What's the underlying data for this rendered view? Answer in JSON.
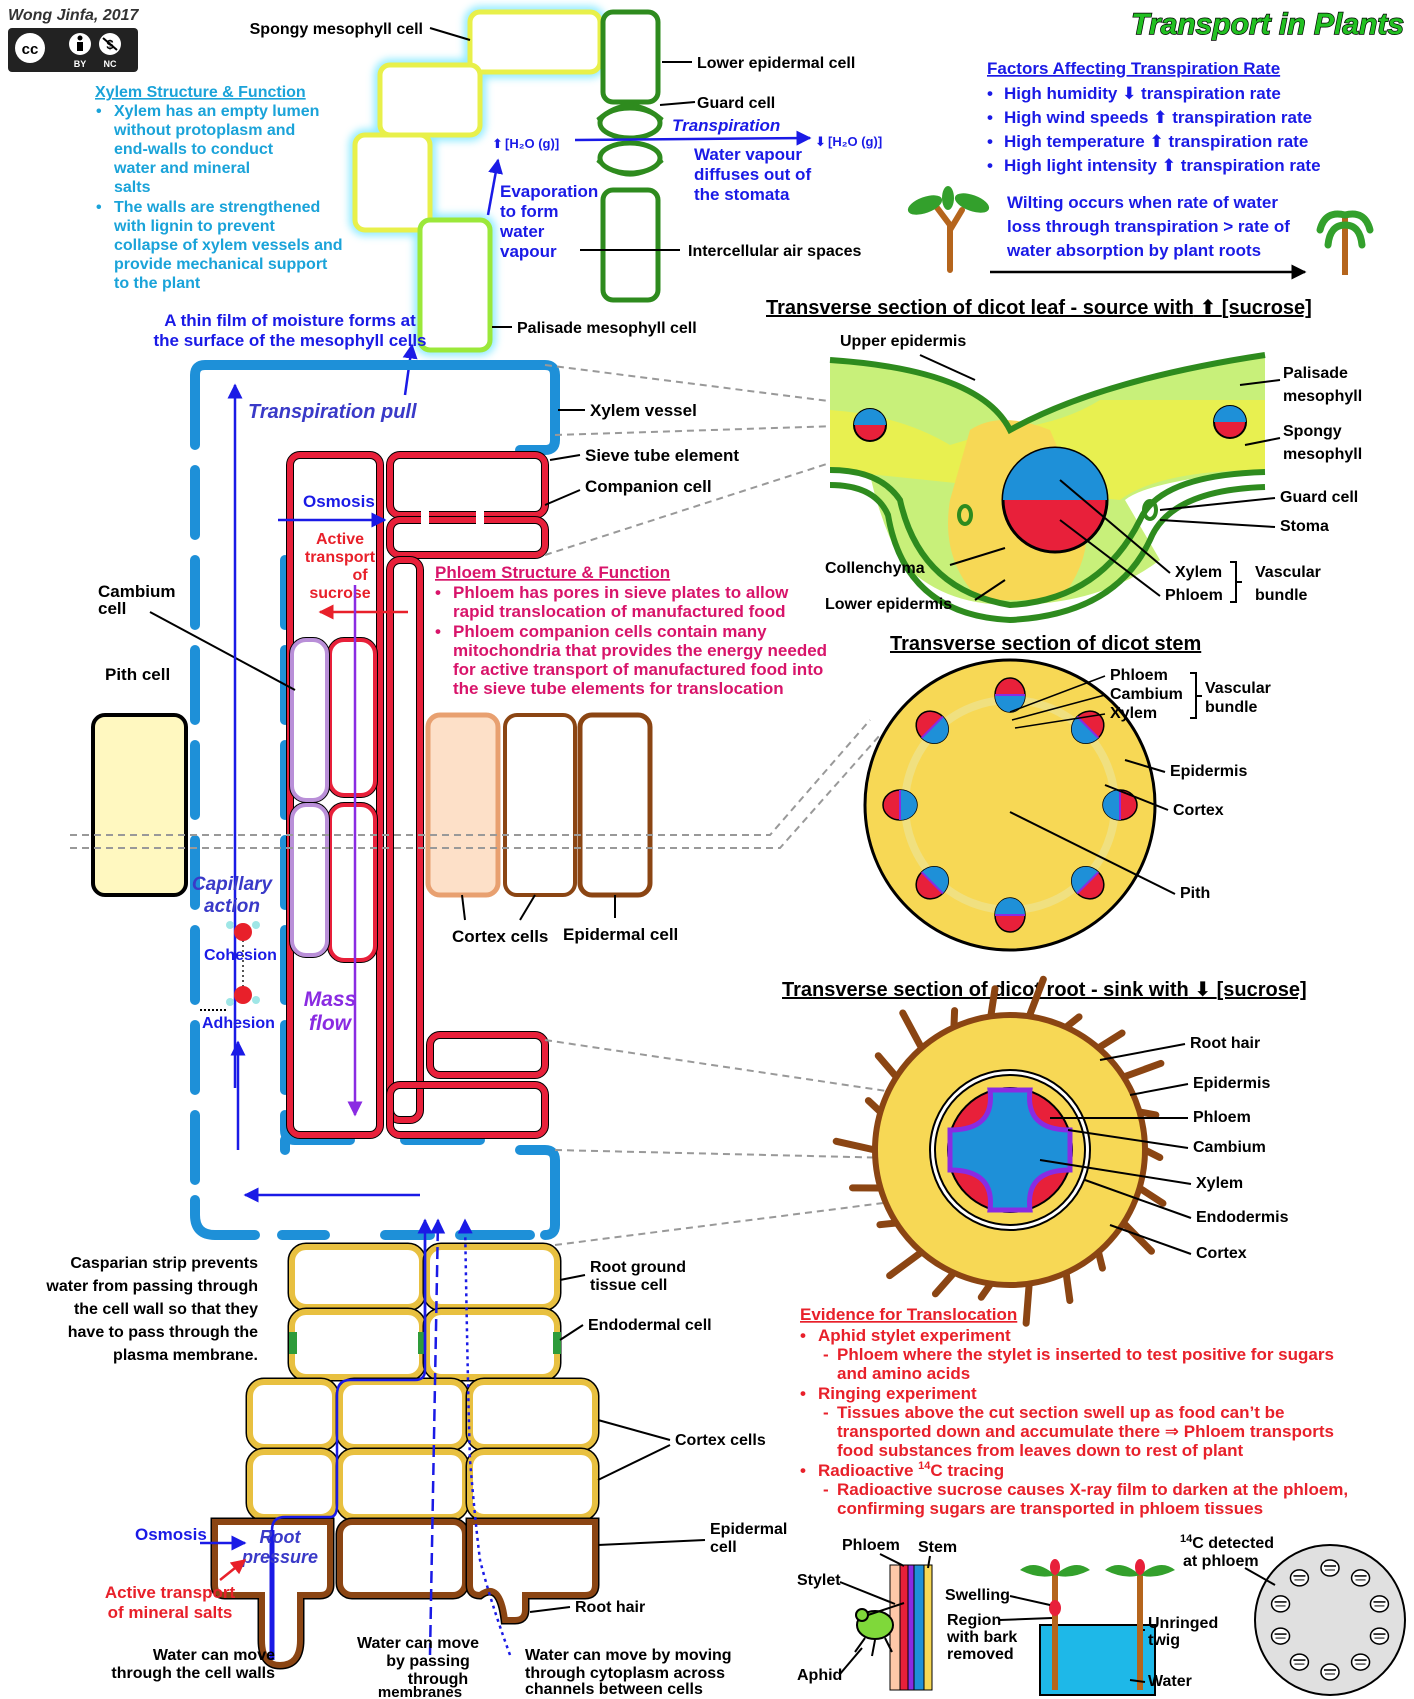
{
  "author": "Wong Jinfa, 2017",
  "license": {
    "by": "BY",
    "nc": "NC"
  },
  "title": "Transport in Plants",
  "colors": {
    "xylem": "#1E90D8",
    "phloem": "#E8203A",
    "cambium": "#B98FD8",
    "leaf_green": "#2E8B1E",
    "palisade": "#C8F07A",
    "spongy": "#F0F07A",
    "cortex": "#F7E08A",
    "root_brown": "#8B4513",
    "pith": "#FFF8C0",
    "blue_text": "#1A1AE6",
    "teal_text": "#1AA3D9",
    "red_text": "#E8202A",
    "phloem_text": "#D8146A"
  },
  "icons": [
    "cc-icon",
    "by-icon",
    "nc-icon",
    "seedling-icon",
    "wilted-plant-icon",
    "aphid-icon",
    "water-molecule-icon"
  ],
  "xylem_box": {
    "heading": "Xylem Structure & Function",
    "bullet1": [
      "Xylem has an empty lumen",
      "without protoplasm and",
      "end-walls to conduct",
      "water and mineral",
      "salts"
    ],
    "bullet2": [
      "The walls are strengthened",
      "with lignin to prevent",
      "collapse of xylem vessels and",
      "provide mechanical support",
      "to the plant"
    ]
  },
  "leaf_labels": {
    "spongy": "Spongy mesophyll cell",
    "lower_epi": "Lower epidermal cell",
    "guard": "Guard cell",
    "transpiration": "Transpiration",
    "h2o_in": "[H₂O (g)]",
    "h2o_out": "[H₂O (g)]",
    "vapour": [
      "Water vapour",
      "diffuses out of",
      "the stomata"
    ],
    "evaporation": [
      "Evaporation",
      "to form",
      "water",
      "vapour"
    ],
    "air_spaces": "Intercellular air spaces",
    "palisade": "Palisade mesophyll cell",
    "film": [
      "A thin film of moisture forms at",
      "the surface of the mesophyll cells"
    ]
  },
  "factors": {
    "heading": "Factors Affecting Transpiration Rate",
    "items": [
      {
        "factor": "High humidity",
        "dir": "down",
        "effect": "transpiration rate"
      },
      {
        "factor": "High wind speeds",
        "dir": "up",
        "effect": "transpiration rate"
      },
      {
        "factor": "High temperature",
        "dir": "up",
        "effect": "transpiration rate"
      },
      {
        "factor": "High light intensity",
        "dir": "up",
        "effect": "transpiration rate"
      }
    ],
    "wilting": [
      "Wilting occurs when rate of water",
      "loss through transpiration > rate of",
      "water absorption by plant roots"
    ]
  },
  "stem_labels": {
    "transpiration_pull": "Transpiration pull",
    "xylem_vessel": "Xylem vessel",
    "sieve_tube": "Sieve tube element",
    "companion": "Companion cell",
    "osmosis": "Osmosis",
    "active": [
      "Active",
      "transport",
      "of",
      "sucrose"
    ],
    "cambium": [
      "Cambium",
      "cell"
    ],
    "pith": "Pith cell",
    "capillary": [
      "Capillary",
      "action"
    ],
    "cohesion": "Cohesion",
    "adhesion": "Adhesion",
    "mass_flow": [
      "Mass",
      "flow"
    ],
    "cortex_cells": "Cortex cells",
    "epidermal": "Epidermal cell"
  },
  "phloem_box": {
    "heading": "Phloem Structure & Function",
    "bullet1": [
      "Phloem has pores in sieve plates to allow",
      "rapid translocation of manufactured food"
    ],
    "bullet2": [
      "Phloem companion cells contain many",
      "mitochondria that provides the energy needed",
      "for active transport of manufactured food into",
      "the sieve tube elements for translocation"
    ]
  },
  "leaf_section": {
    "title": "Transverse section of dicot leaf - source with",
    "title_end": "[sucrose]",
    "upper_epi": "Upper epidermis",
    "palisade": [
      "Palisade",
      "mesophyll"
    ],
    "spongy": [
      "Spongy",
      "mesophyll"
    ],
    "guard": "Guard cell",
    "stoma": "Stoma",
    "collenchyma": "Collenchyma",
    "lower_epi": "Lower epidermis",
    "xylem": "Xylem",
    "phloem": "Phloem",
    "vascular": [
      "Vascular",
      "bundle"
    ]
  },
  "stem_section": {
    "title": "Transverse section of dicot stem",
    "phloem": "Phloem",
    "cambium": "Cambium",
    "xylem": "Xylem",
    "vascular": [
      "Vascular",
      "bundle"
    ],
    "epidermis": "Epidermis",
    "cortex": "Cortex",
    "pith": "Pith"
  },
  "root_section": {
    "title": "Transverse section of dicot root - sink with",
    "title_end": "[sucrose]",
    "root_hair": "Root hair",
    "epidermis": "Epidermis",
    "phloem": "Phloem",
    "cambium": "Cambium",
    "xylem": "Xylem",
    "endodermis": "Endodermis",
    "cortex": "Cortex"
  },
  "root_labels": {
    "casparian": [
      "Casparian  strip  prevents",
      "water from passing  through",
      "the cell wall so that  they",
      "have to pass through  the",
      "plasma  membrane."
    ],
    "ground": [
      "Root ground",
      "tissue cell"
    ],
    "endodermal": "Endodermal cell",
    "cortex": "Cortex cells",
    "epidermal": [
      "Epidermal",
      "cell"
    ],
    "osmosis": "Osmosis",
    "root_pressure": [
      "Root",
      "pressure"
    ],
    "active": [
      "Active transport",
      "of mineral salts"
    ],
    "root_hair": "Root hair",
    "walls": [
      "Water can move",
      "through the cell walls"
    ],
    "membranes": [
      "Water can move",
      "by passing",
      "through",
      "membranes"
    ],
    "cytoplasm": [
      "Water can move by moving",
      "through cytoplasm across",
      "channels between cells"
    ]
  },
  "evidence": {
    "heading": "Evidence for Translocation",
    "i1": "Aphid stylet experiment",
    "i1a": [
      "Phloem where the stylet is inserted to test positive for sugars",
      "and amino acids"
    ],
    "i2": "Ringing experiment",
    "i2a": [
      "Tissues above the cut section swell up as food can’t be",
      "transported down and accumulate there ⇒ Phloem transports",
      "food substances from leaves down to rest of plant"
    ],
    "i3_pre": "Radioactive ",
    "i3_sup": "14",
    "i3_post": "C tracing",
    "i3a": [
      "Radioactive sucrose causes X-ray film to darken at the phloem,",
      "confirming sugars are transported in phloem tissues"
    ]
  },
  "experiments": {
    "phloem": "Phloem",
    "stem": "Stem",
    "stylet": "Stylet",
    "aphid": "Aphid",
    "swelling": "Swelling",
    "region": [
      "Region",
      "with bark",
      "removed"
    ],
    "unringed": [
      "Unringed",
      "twig"
    ],
    "water": "Water",
    "c14_sup": "14",
    "c14": [
      "C detected",
      "at phloem"
    ]
  }
}
